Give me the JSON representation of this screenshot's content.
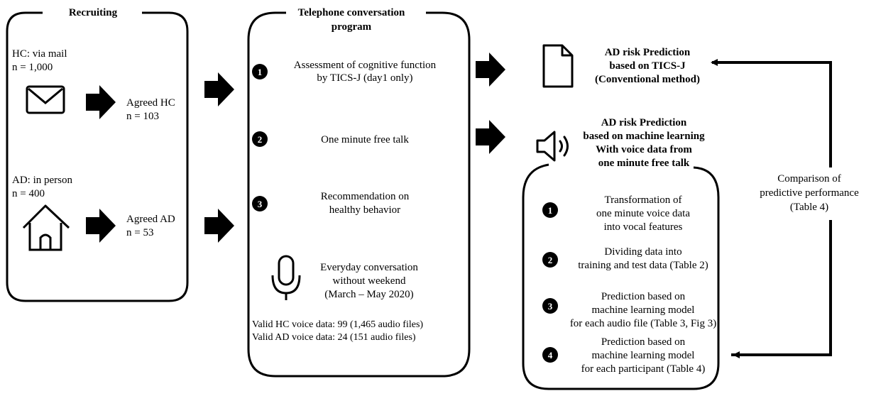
{
  "recruiting": {
    "title": "Recruiting",
    "hc_source": "HC: via mail",
    "hc_n": "n = 1,000",
    "hc_agreed": "Agreed HC",
    "hc_agreed_n": "n = 103",
    "ad_source": "AD: in person",
    "ad_n": "n = 400",
    "ad_agreed": "Agreed AD",
    "ad_agreed_n": "n = 53",
    "icons": [
      "envelope-icon",
      "house-icon"
    ]
  },
  "telephone": {
    "title_line1": "Telephone conversation",
    "title_line2": "program",
    "steps": [
      {
        "num": "1",
        "line1": "Assessment of cognitive function",
        "line2": "by TICS-J (day1 only)"
      },
      {
        "num": "2",
        "line1": "One minute free talk"
      },
      {
        "num": "3",
        "line1": "Recommendation on",
        "line2": "healthy behavior"
      }
    ],
    "everyday_line1": "Everyday conversation",
    "everyday_line2": "without weekend",
    "everyday_line3": "(March – May 2020)",
    "valid_hc": "Valid HC voice data: 99 (1,465 audio files)",
    "valid_ad": "Valid AD voice data: 24 (151 audio files)",
    "icon": "microphone-icon"
  },
  "ticsj": {
    "line1": "AD risk Prediction",
    "line2": "based on TICS-J",
    "line3": "(Conventional method)",
    "icon": "document-icon"
  },
  "ml": {
    "line1": "AD risk Prediction",
    "line2": "based on machine learning",
    "line3": "With voice data from",
    "line4": "one minute free talk",
    "icon": "speaker-icon",
    "steps": [
      {
        "num": "1",
        "line1": "Transformation of",
        "line2": "one minute voice data",
        "line3": "into vocal features"
      },
      {
        "num": "2",
        "line1": "Dividing data into",
        "line2": "training and test data (Table 2)"
      },
      {
        "num": "3",
        "line1": "Prediction based on",
        "line2": "machine learning model",
        "line3": "for each audio file (Table 3, Fig 3)"
      },
      {
        "num": "4",
        "line1": "Prediction based on",
        "line2": "machine learning model",
        "line3": "for each participant (Table 4)"
      }
    ]
  },
  "comparison": {
    "line1": "Comparison of",
    "line2": "predictive performance",
    "line3": "(Table 4)"
  }
}
